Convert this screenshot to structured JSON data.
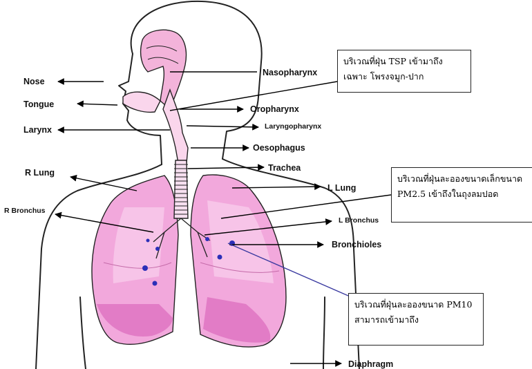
{
  "labels": {
    "nose": "Nose",
    "tongue": "Tongue",
    "larynx": "Larynx",
    "r_lung": "R Lung",
    "r_bronchus": "R Bronchus",
    "nasopharynx": "Nasopharynx",
    "oropharynx": "Oropharynx",
    "laryngopharynx": "Laryngopharynx",
    "oesophagus": "Oesophagus",
    "trachea": "Trachea",
    "l_lung": "L Lung",
    "l_bronchus": "L Bronchus",
    "bronchioles": "Bronchioles",
    "diaphragm": "Diaphragm"
  },
  "callouts": {
    "tsp": {
      "line1": "บริเวณที่ฝุ่น TSP เข้ามาถึง",
      "line2": "เฉพาะ โพรงจมูก-ปาก"
    },
    "pm25": {
      "line1": "บริเวณที่ฝุ่นละอองขนาดเล็กขนาด",
      "line2": "PM2.5 เข้าถึงในถุงลมปอด"
    },
    "pm10": {
      "line1": "บริเวณที่ฝุ่นละอองขนาด PM10",
      "line2": "สามารถเข้ามาถึง"
    }
  },
  "colors": {
    "lung_fill": "#f2a8dc",
    "lung_light": "#f7c4e8",
    "lung_shade": "#e27cc6",
    "nasal_fill": "#f3b3da",
    "airway_fill": "#fad6ec",
    "alveoli_dot": "#2b2fb8",
    "outline": "#222222"
  }
}
